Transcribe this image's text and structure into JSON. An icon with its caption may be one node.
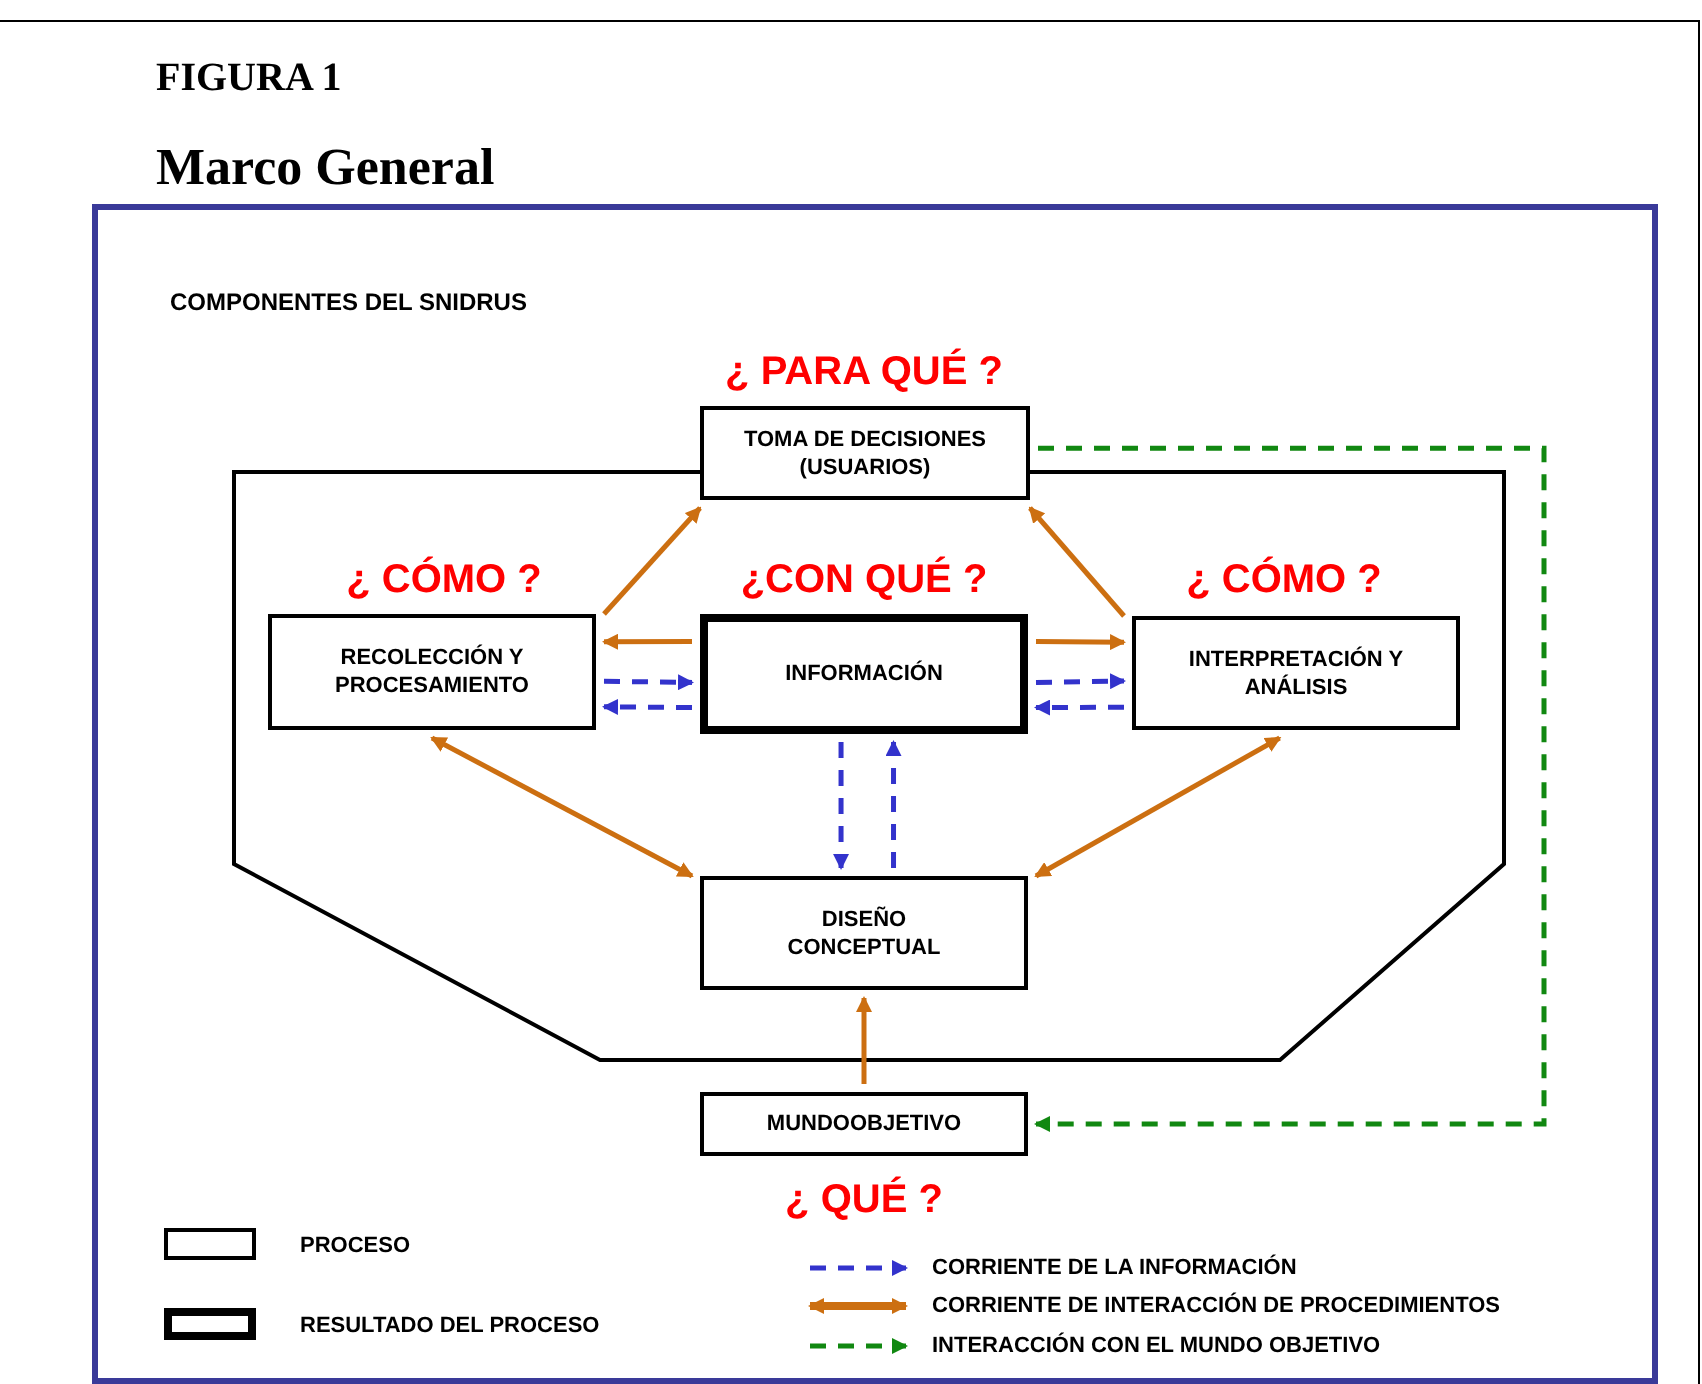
{
  "diagram": {
    "title": "Marco General",
    "nodes": [
      {
        "text": [
          "TOMA DE DECISIONES (USUARIOS)"
        ],
        "beside": [
          "¿ PARA QUÉ ?"
        ]
      },
      {
        "text": [
          "RECOLECCIÓN Y PROCESAMIENTO"
        ],
        "beside": [
          "¿ CÓMO ?"
        ]
      },
      {
        "text": [
          "INFORMACIÓN"
        ],
        "beside": [
          "¿CON QUÉ ?"
        ]
      },
      {
        "text": [
          "INTERPRETACIÓN Y ANÁLISIS"
        ],
        "beside": [
          "¿ CÓMO ?"
        ]
      },
      {
        "text": [
          "DISEÑO CONCEPTUAL"
        ]
      },
      {
        "text": [
          "MUNDOOBJETIVO"
        ],
        "beside": [
          "¿ QUÉ ?"
        ]
      }
    ],
    "edges": [
      {
        "from": 1,
        "to": 0,
        "arrow": "to"
      },
      {
        "from": 3,
        "to": 0,
        "arrow": "to"
      },
      {
        "from": 2,
        "to": 1,
        "arrow": "to"
      },
      {
        "from": 2,
        "to": 3,
        "arrow": "to"
      },
      {
        "from": 1,
        "to": 2,
        "arrow": "to",
        "style": "dashed",
        "color": "#3333cc"
      },
      {
        "from": 2,
        "to": 1,
        "arrow": "to",
        "style": "dashed",
        "color": "#3333cc"
      },
      {
        "from": 2,
        "to": 3,
        "arrow": "to",
        "style": "dashed",
        "color": "#3333cc"
      },
      {
        "from": 3,
        "to": 2,
        "arrow": "to",
        "style": "dashed",
        "color": "#3333cc"
      },
      {
        "from": 2,
        "to": 4,
        "arrow": "to",
        "style": "dashed",
        "color": "#3333cc"
      },
      {
        "from": 4,
        "to": 2,
        "arrow": "to",
        "style": "dashed",
        "color": "#3333cc"
      },
      {
        "from": 1,
        "to": 4,
        "arrow": "both"
      },
      {
        "from": 3,
        "to": 4,
        "arrow": "both"
      },
      {
        "from": 5,
        "to": 4,
        "arrow": "to"
      },
      {
        "from": 0,
        "to": 5,
        "arrow": "to",
        "style": "dashed",
        "color": "#118811"
      }
    ],
    "labels": [
      "FIGURA 1",
      "COMPONENTES DEL SNIDRUS"
    ],
    "legend": [
      {
        "text": "PROCESO"
      },
      {
        "text": "RESULTADO DEL PROCESO"
      },
      {
        "text": "CORRIENTE DE LA INFORMACIÓN"
      },
      {
        "text": "CORRIENTE DE INTERACCIÓN DE PROCEDIMIENTOS"
      },
      {
        "text": "INTERACCIÓN CON EL MUNDO OBJETIVO"
      }
    ]
  }
}
